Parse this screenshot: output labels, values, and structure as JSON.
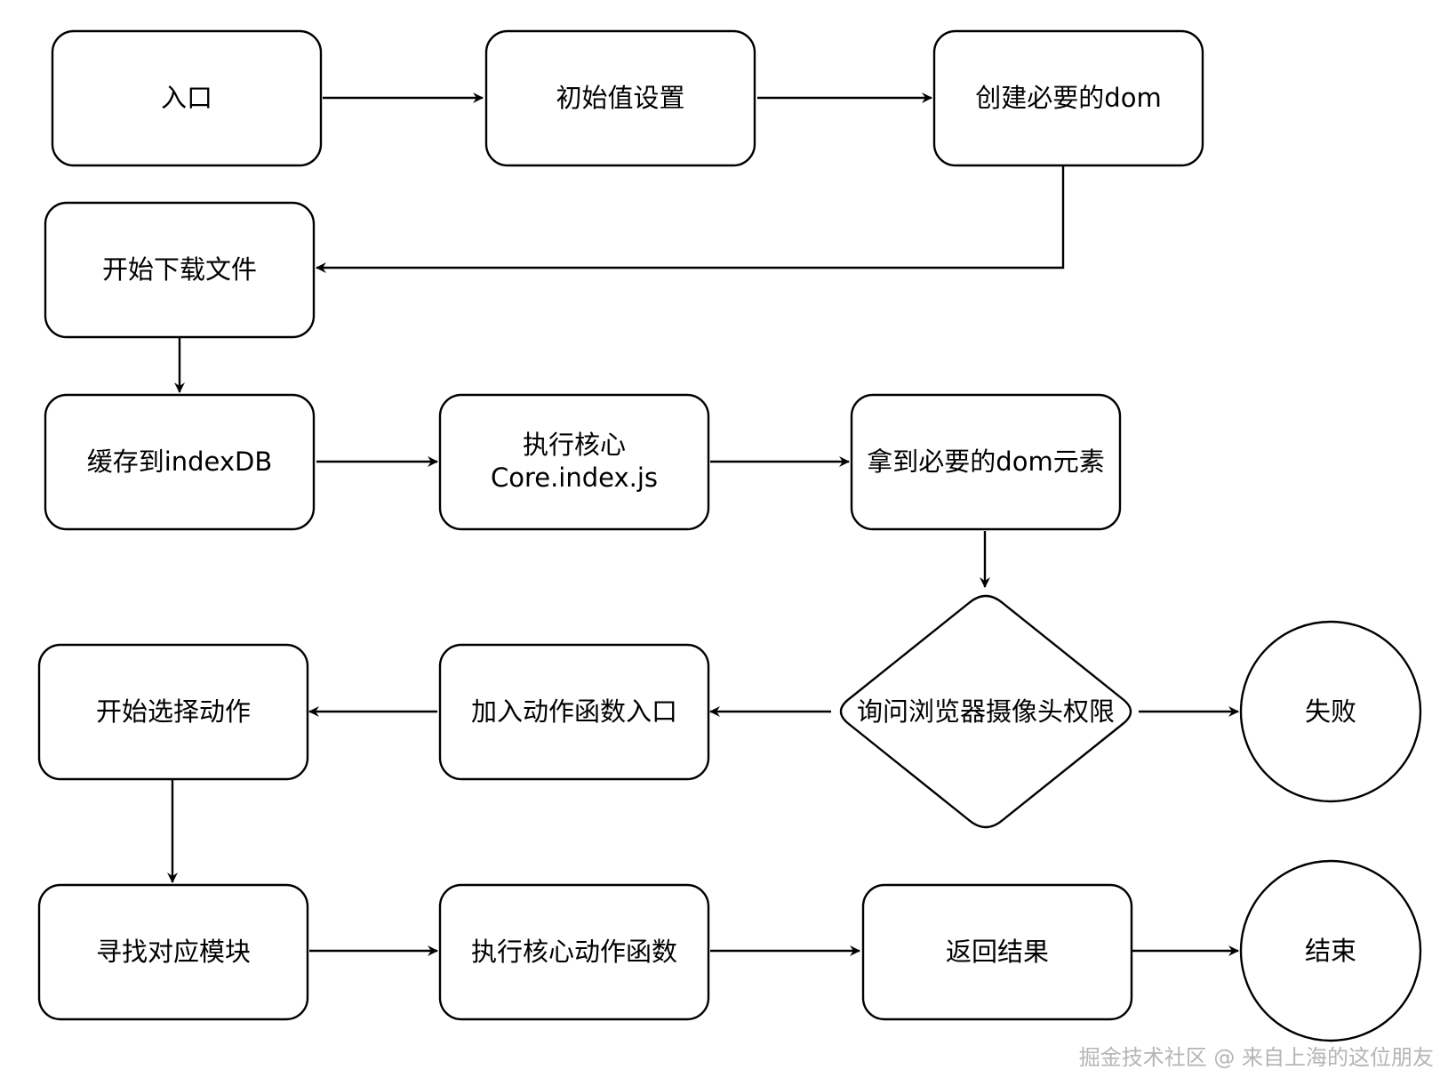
{
  "nodes": {
    "entry": "入口",
    "init_values": "初始值设置",
    "create_dom": "创建必要的dom",
    "start_download": "开始下载文件",
    "cache_indexdb": "缓存到indexDB",
    "exec_core_line1": "执行核心",
    "exec_core_line2": "Core.index.js",
    "get_dom": "拿到必要的dom元素",
    "ask_camera": "询问浏览器摄像头权限",
    "fail": "失败",
    "add_action_entry": "加入动作函数入口",
    "start_select_action": "开始选择动作",
    "find_module": "寻找对应模块",
    "exec_core_action": "执行核心动作函数",
    "return_result": "返回结果",
    "end": "结束"
  },
  "watermark": "掘金技术社区 @ 来自上海的这位朋友"
}
